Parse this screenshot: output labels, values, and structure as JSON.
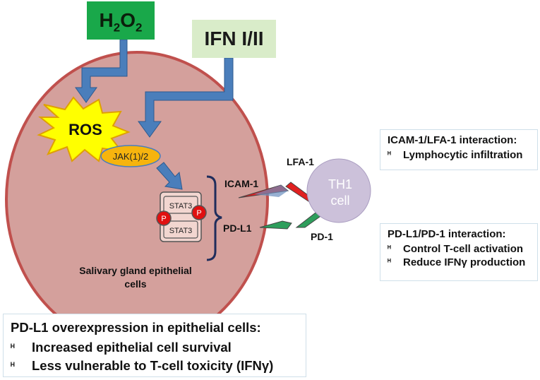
{
  "inputs": {
    "h2o2": {
      "base": "H",
      "sub1": "2",
      "mid": "O",
      "sub2": "2"
    },
    "ifn": "IFN I/II"
  },
  "cell": {
    "ros": "ROS",
    "jak": "JAK(1)/2",
    "stat_top": "STAT3",
    "stat_bottom": "STAT3",
    "phospho": "P",
    "title_line1": "Salivary gland epithelial",
    "title_line2": "cells"
  },
  "markers": {
    "icam": "ICAM-1",
    "pdl1": "PD-L1",
    "lfa": "LFA-1",
    "pd1": "PD-1"
  },
  "th1": {
    "line1": "TH1",
    "line2": "cell"
  },
  "panels": {
    "icam_lfa": {
      "title": "ICAM-1/LFA-1 interaction:",
      "items": [
        "Lymphocytic infiltration"
      ]
    },
    "pdl1_pd1": {
      "title": "PD-L1/PD-1 interaction:",
      "items": [
        "Control T-cell activation",
        "Reduce IFNγ production"
      ]
    },
    "overexpression": {
      "title": "PD-L1 overexpression in epithelial cells:",
      "items": [
        "Increased epithelial cell survival",
        "Less vulnerable to T-cell toxicity (IFNγ)"
      ]
    }
  },
  "bullet_glyph": "ᴴ",
  "colors": {
    "cell_fill": "#d4a09c",
    "cell_border": "#c0504d",
    "arrow": "#4a7ebb",
    "h2o2_box": "#19a84a",
    "ifn_box": "#d9ecc9",
    "ros_burst": "#ffff00",
    "jak_fill": "#f6b40e",
    "th1_fill": "#ccc1da",
    "icam_red": "#e02020",
    "pd_green": "#2e9e5c",
    "phospho_red": "#e01010",
    "bracket": "#1f2d5c"
  }
}
